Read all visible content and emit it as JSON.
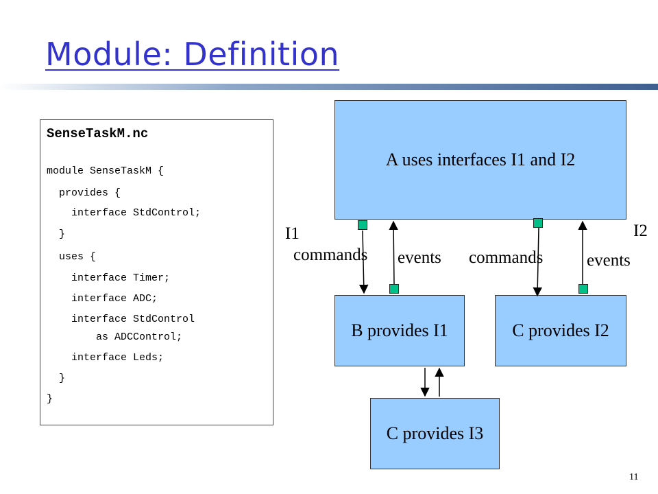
{
  "slide": {
    "title": "Module: Definition",
    "page_number": "11"
  },
  "code": {
    "filename": "SenseTaskM.nc",
    "lines": [
      "module SenseTaskM {",
      "  provides {",
      "    interface StdControl;",
      "  }",
      "  uses {",
      "    interface Timer;",
      "    interface ADC;",
      "    interface StdControl",
      "        as ADCControl;",
      "    interface Leds;",
      "  }",
      "}"
    ]
  },
  "diagram": {
    "box_a": "A uses  interfaces I1 and I2",
    "box_b": "B provides I1",
    "box_c2": "C provides I2",
    "box_c3": "C provides I3",
    "label_i1": "I1",
    "label_i2": "I2",
    "label_commands_left": "commands",
    "label_events_left": "events",
    "label_commands_right": "commands",
    "label_events_right": "events"
  },
  "colors": {
    "title": "#3333cc",
    "box_fill": "#99ccff",
    "port_fill": "#00c08a"
  }
}
